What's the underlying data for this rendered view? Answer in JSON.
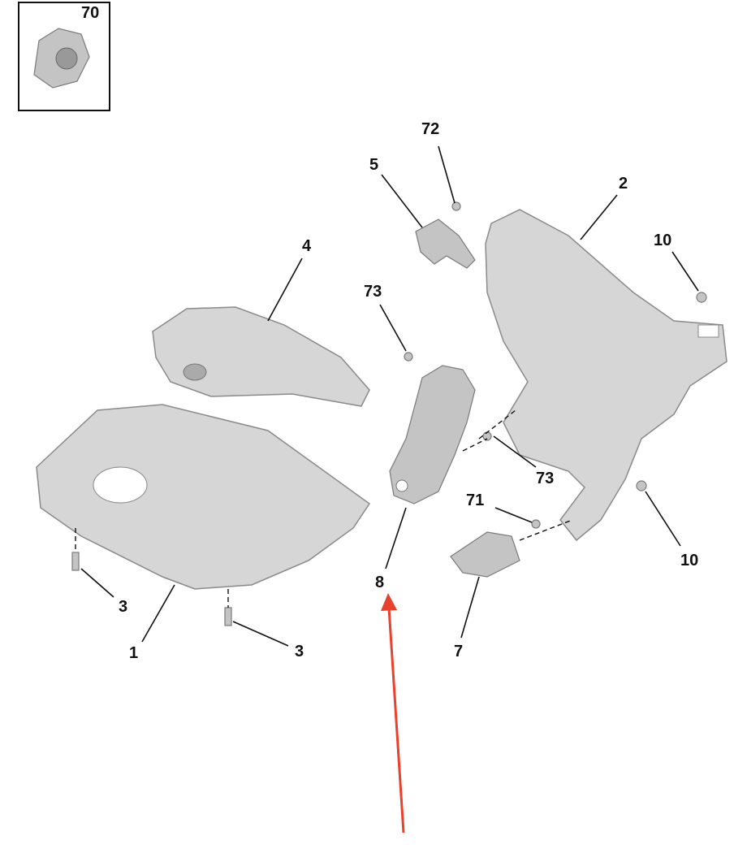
{
  "diagram": {
    "inset_label": "70",
    "labels": {
      "l72": "72",
      "l5": "5",
      "l2": "2",
      "l10a": "10",
      "l4": "4",
      "l73a": "73",
      "l73b": "73",
      "l71": "71",
      "l10b": "10",
      "l8": "8",
      "l3a": "3",
      "l1": "1",
      "l3b": "3",
      "l7": "7"
    },
    "arrow_color": "#e8412c"
  }
}
